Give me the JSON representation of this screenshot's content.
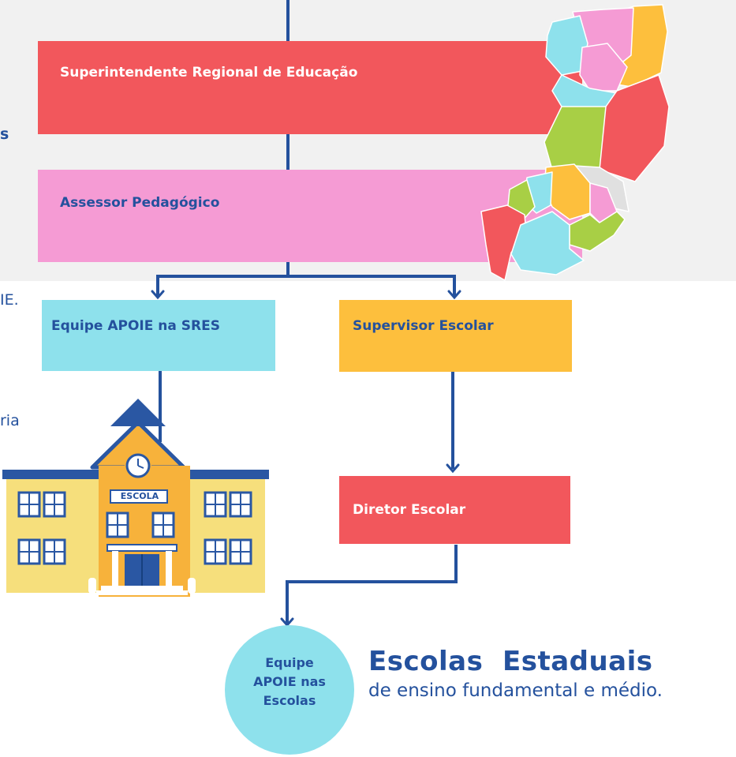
{
  "top_band": {
    "superintendente": "Superintendente Regional de Educação",
    "assessor": "Assessor Pedagógico",
    "partial_left_s": "s"
  },
  "branches": {
    "equipe_sres": "Equipe APOIE na SRES",
    "supervisor": "Supervisor Escolar",
    "diretor": "Diretor Escolar",
    "partial_left_ie": "IE.",
    "partial_left_ria": "ria"
  },
  "school": {
    "sign": "ESCOLA"
  },
  "bottom": {
    "circle_lines": [
      "Equipe",
      "APOIE nas",
      "Escolas"
    ],
    "title": "Escolas  Estaduais",
    "subtitle": "de ensino fundamental e médio."
  },
  "colors": {
    "navy": "#24519d",
    "red": "#f2575c",
    "pink": "#f59bd4",
    "cyan": "#8ee1ec",
    "yellow": "#fdbf3d",
    "green": "#a8cf45",
    "light_blue": "#8ee1ec",
    "grey": "#e0e0e0"
  },
  "icons": [
    "map-espirito-santo-icon",
    "school-building-icon",
    "clock-icon"
  ]
}
